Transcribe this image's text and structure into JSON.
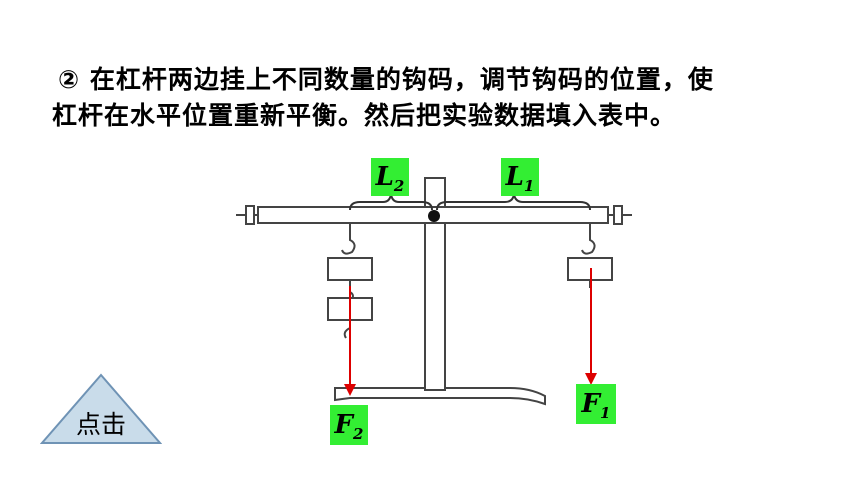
{
  "instruction": {
    "line1": "② 在杠杆两边挂上不同数量的钩码，调节钩码的位置，使",
    "line2": "杠杆在水平位置重新平衡。然后把实验数据填入表中。"
  },
  "labels": {
    "l2": {
      "main": "L",
      "sub": "2"
    },
    "l1": {
      "main": "L",
      "sub": "1"
    },
    "f2": {
      "main": "F",
      "sub": "2"
    },
    "f1": {
      "main": "F",
      "sub": "1"
    }
  },
  "colors": {
    "label_bg": "#33ee33",
    "force_arrow": "#dd0000",
    "triangle_fill": "#c9dcea",
    "triangle_stroke": "#6f93b5"
  },
  "play_button": {
    "label": "点击",
    "icon": "triangle-icon"
  }
}
